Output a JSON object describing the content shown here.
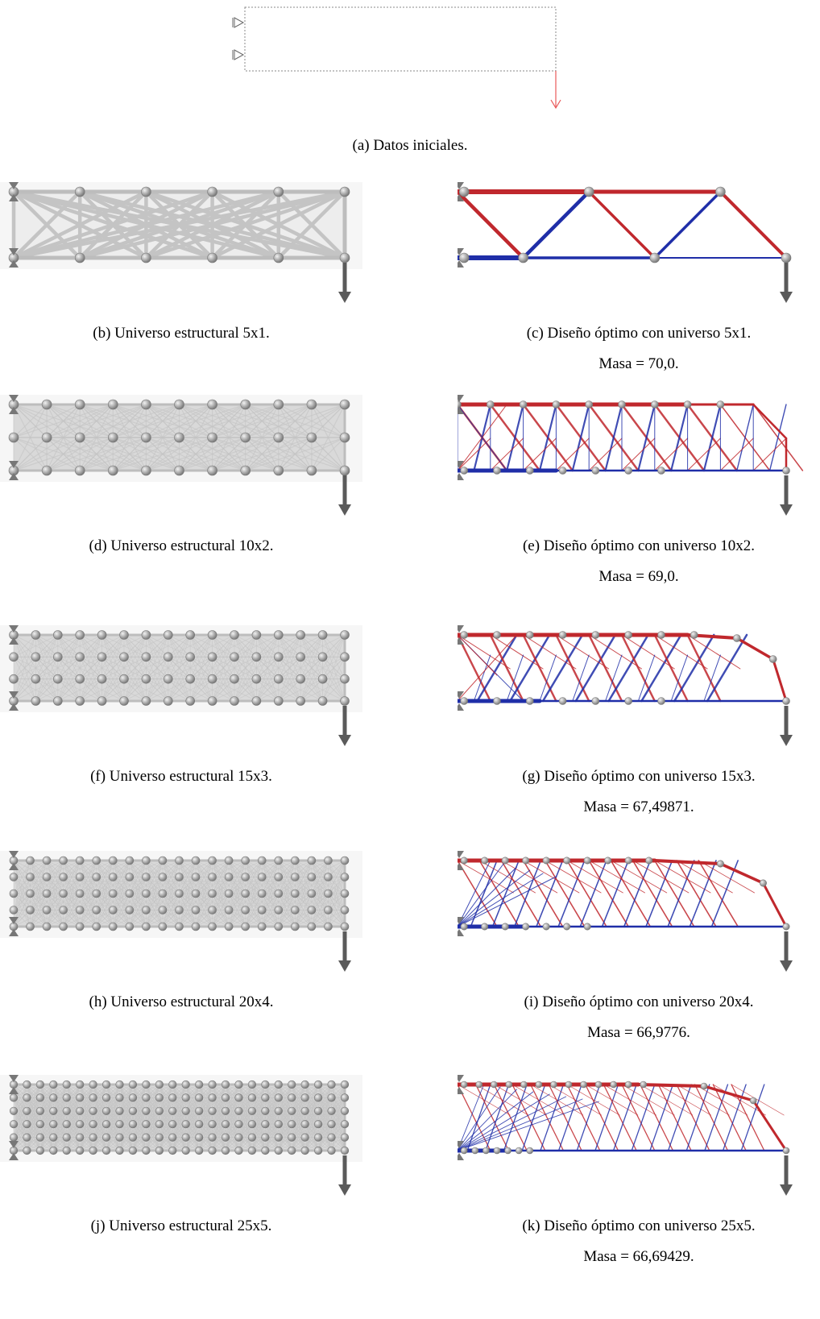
{
  "captions": {
    "a": "(a) Datos iniciales.",
    "b": "(b) Universo estructural 5x1.",
    "c": "(c) Diseño óptimo con universo 5x1.",
    "c_mass": "Masa = 70,0.",
    "d": "(d) Universo estructural 10x2.",
    "e": "(e) Diseño óptimo con universo 10x2.",
    "e_mass": "Masa = 69,0.",
    "f": "(f) Universo estructural 15x3.",
    "g": "(g) Diseño óptimo con universo 15x3.",
    "g_mass": "Masa = 67,49871.",
    "h": "(h) Universo estructural 20x4.",
    "i": "(i) Diseño óptimo con universo 20x4.",
    "i_mass": "Masa = 66,9776.",
    "j": "(j) Universo estructural 25x5.",
    "k": "(k) Diseño óptimo con universo 25x5.",
    "k_mass": "Masa = 66,69429."
  },
  "colors": {
    "compression": "#c0282d",
    "tension": "#1f2ea8",
    "node": "#a8a8a8",
    "grid_bar": "#d4d4d4",
    "load": "#5a5a5a",
    "initial_load": "#e85a5a"
  },
  "universes": [
    {
      "id": "b",
      "nx": 5,
      "ny": 1
    },
    {
      "id": "d",
      "nx": 10,
      "ny": 2
    },
    {
      "id": "f",
      "nx": 15,
      "ny": 3
    },
    {
      "id": "h",
      "nx": 20,
      "ny": 4
    },
    {
      "id": "j",
      "nx": 25,
      "ny": 5
    }
  ]
}
